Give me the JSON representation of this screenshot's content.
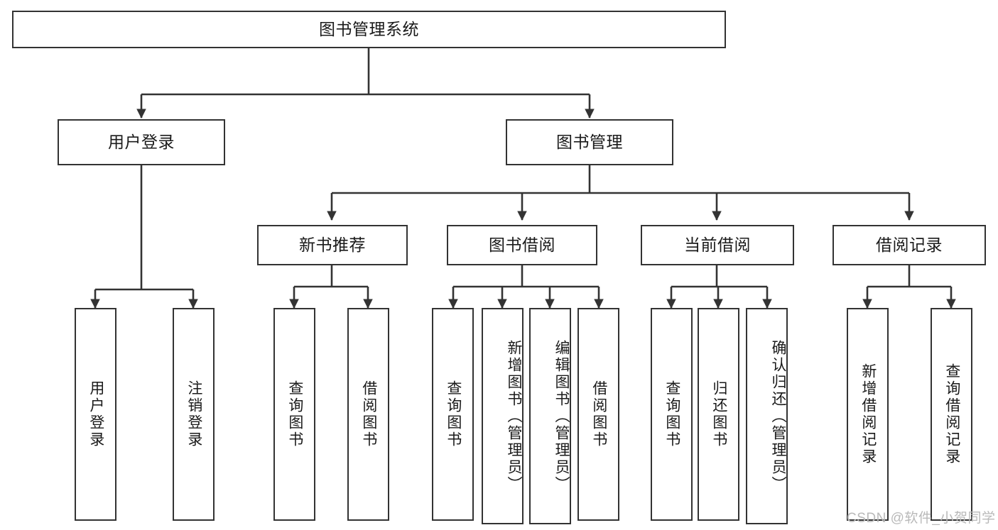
{
  "diagram": {
    "title": "图书管理系统",
    "type": "tree",
    "watermark": "CSDN @软件_小贺同学",
    "colors": {
      "node_border": "#333333",
      "node_fill": "#ffffff",
      "edge": "#333333",
      "text": "#1a1a1a",
      "watermark": "#b9b9b9"
    },
    "levels": [
      {
        "level": 1,
        "nodes": [
          {
            "id": "root",
            "label": "图书管理系统",
            "orientation": "horizontal"
          }
        ]
      },
      {
        "level": 2,
        "nodes": [
          {
            "id": "login",
            "label": "用户登录",
            "orientation": "horizontal",
            "parent": "root"
          },
          {
            "id": "bookmgmt",
            "label": "图书管理",
            "orientation": "horizontal",
            "parent": "root"
          }
        ]
      },
      {
        "level": 3,
        "nodes": [
          {
            "id": "newbook",
            "label": "新书推荐",
            "orientation": "horizontal",
            "parent": "bookmgmt"
          },
          {
            "id": "borrow",
            "label": "图书借阅",
            "orientation": "horizontal",
            "parent": "bookmgmt"
          },
          {
            "id": "current",
            "label": "当前借阅",
            "orientation": "horizontal",
            "parent": "bookmgmt"
          },
          {
            "id": "records",
            "label": "借阅记录",
            "orientation": "horizontal",
            "parent": "bookmgmt"
          }
        ]
      },
      {
        "level": 4,
        "nodes": [
          {
            "id": "leaf-user-login",
            "label": "用户登录",
            "orientation": "vertical",
            "parent": "login"
          },
          {
            "id": "leaf-user-logout",
            "label": "注销登录",
            "orientation": "vertical",
            "parent": "login"
          },
          {
            "id": "leaf-query-book-1",
            "label": "查询图书",
            "orientation": "vertical",
            "parent": "newbook"
          },
          {
            "id": "leaf-borrow-book-1",
            "label": "借阅图书",
            "orientation": "vertical",
            "parent": "newbook"
          },
          {
            "id": "leaf-query-book-2",
            "label": "查询图书",
            "orientation": "vertical",
            "parent": "borrow"
          },
          {
            "id": "leaf-add-book",
            "label": "新增图书（管理员）",
            "orientation": "vertical",
            "parent": "borrow"
          },
          {
            "id": "leaf-edit-book",
            "label": "编辑图书（管理员）",
            "orientation": "vertical",
            "parent": "borrow"
          },
          {
            "id": "leaf-borrow-book-2",
            "label": "借阅图书",
            "orientation": "vertical",
            "parent": "borrow"
          },
          {
            "id": "leaf-query-book-3",
            "label": "查询图书",
            "orientation": "vertical",
            "parent": "current"
          },
          {
            "id": "leaf-return-book",
            "label": "归还图书",
            "orientation": "vertical",
            "parent": "current"
          },
          {
            "id": "leaf-confirm-return",
            "label": "确认归还（管理员）",
            "orientation": "vertical",
            "parent": "current"
          },
          {
            "id": "leaf-add-record",
            "label": "新增借阅记录",
            "orientation": "vertical",
            "parent": "records"
          },
          {
            "id": "leaf-query-record",
            "label": "查询借阅记录",
            "orientation": "vertical",
            "parent": "records"
          }
        ]
      }
    ]
  }
}
